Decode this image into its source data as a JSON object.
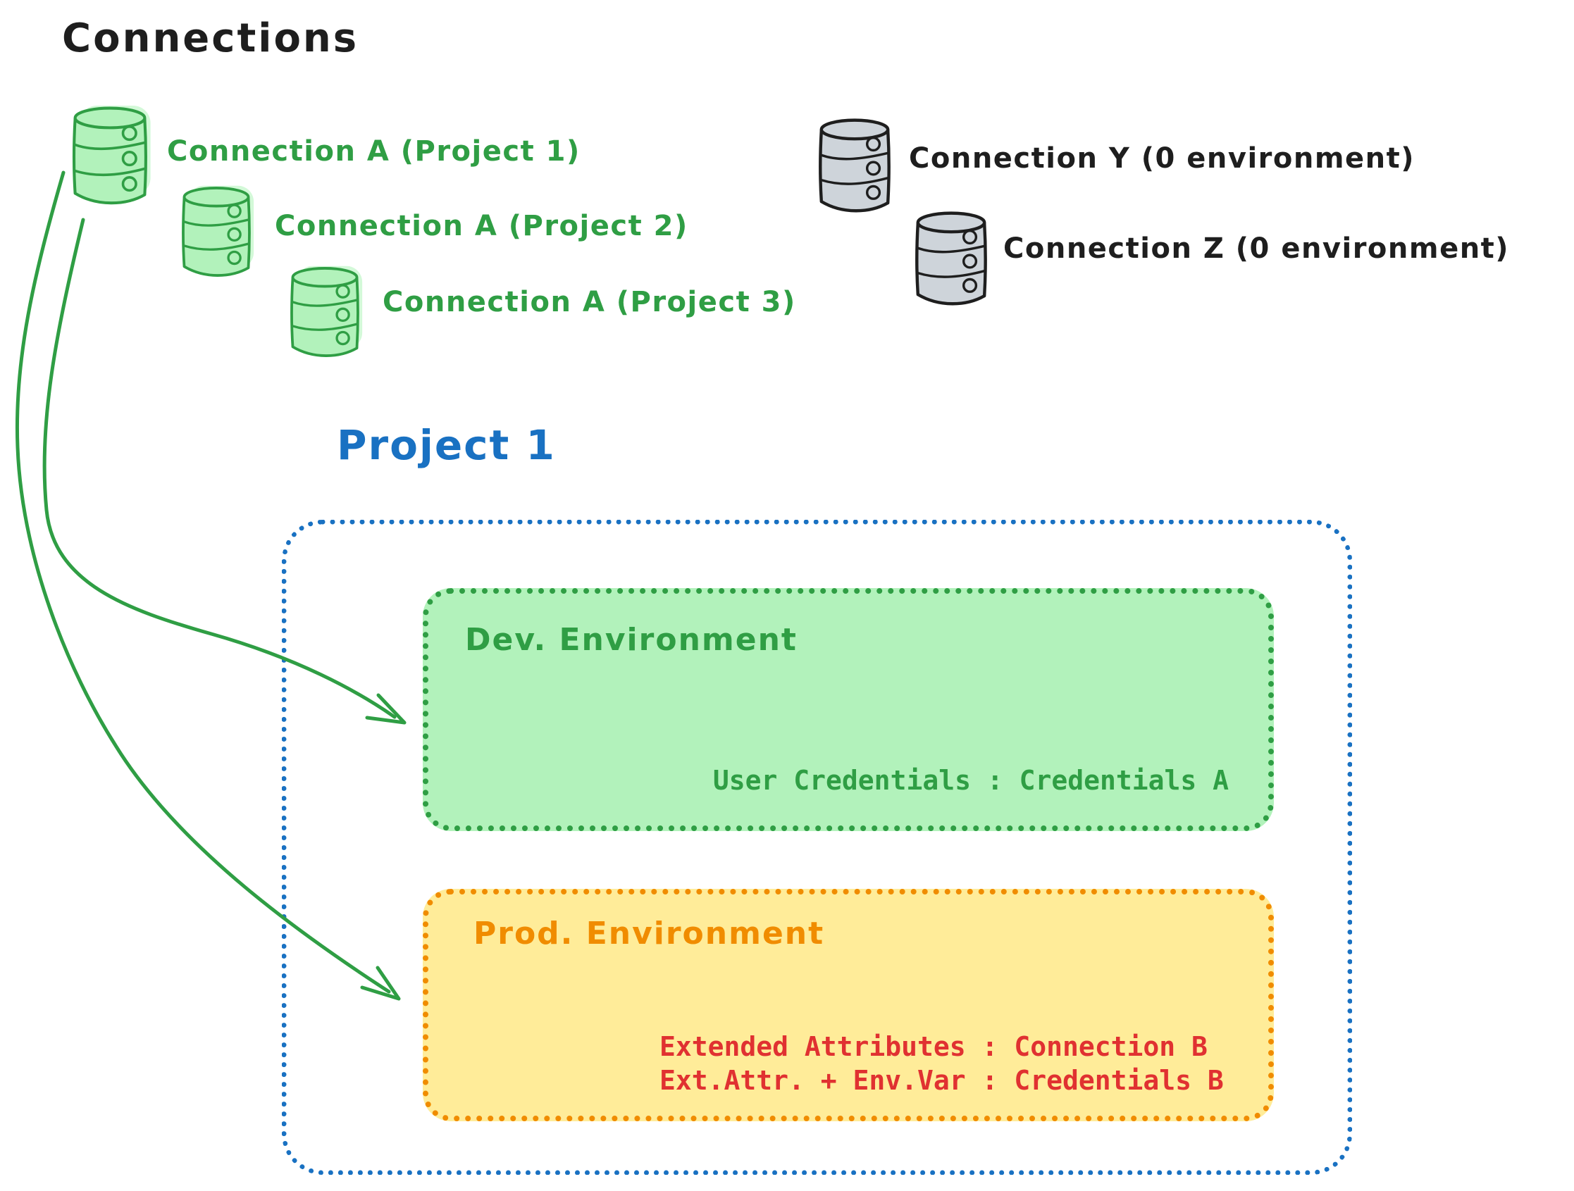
{
  "title": "Connections",
  "green_connections": [
    {
      "label": "Connection A (Project 1)"
    },
    {
      "label": "Connection A (Project 2)"
    },
    {
      "label": "Connection A (Project 3)"
    }
  ],
  "other_connections": [
    {
      "label": "Connection Y (0 environment)"
    },
    {
      "label": "Connection Z (0 environment)"
    }
  ],
  "project": {
    "title": "Project 1",
    "dev": {
      "title": "Dev. Environment",
      "credential_mapping": "User Credentials : Credentials A"
    },
    "prod": {
      "title": "Prod. Environment",
      "mappings": [
        "Extended Attributes : Connection B",
        "Ext.Attr. + Env.Var : Credentials B"
      ]
    }
  },
  "colors": {
    "text": "#1e1e1e",
    "green_stroke": "#2f9e44",
    "green_fill": "#b2f2bb",
    "blue": "#1971c2",
    "orange": "#f08c00",
    "yellow_fill": "#ffec99",
    "red": "#e03131",
    "gray_fill": "#ced4da"
  }
}
